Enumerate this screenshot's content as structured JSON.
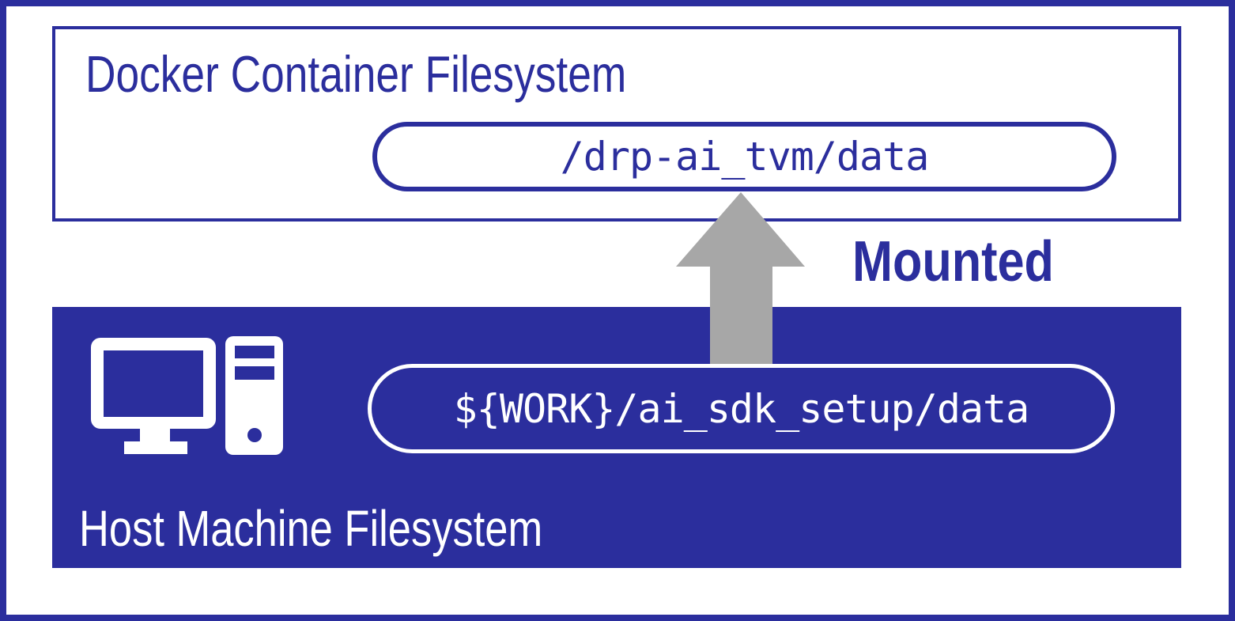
{
  "colors": {
    "primary_blue": "#2b2e9d",
    "arrow_gray": "#a7a7a7",
    "white": "#ffffff"
  },
  "docker_box": {
    "title": "Docker Container Filesystem",
    "path_label": "/drp-ai_tvm/data"
  },
  "host_box": {
    "title": "Host Machine Filesystem",
    "path_label": "${WORK}/ai_sdk_setup/data",
    "icon": "desktop-computer-icon"
  },
  "arrow": {
    "label": "Mounted",
    "direction": "up"
  }
}
